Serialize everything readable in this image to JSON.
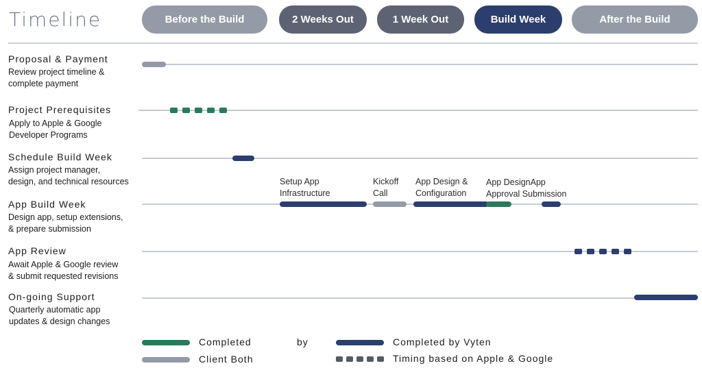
{
  "title": "Timeline",
  "colors": {
    "green": "#2a7a5b",
    "gray": "#949ba6",
    "navy": "#2c3e6e",
    "slate": "#5d6373",
    "track": "#c6cbd3"
  },
  "phases": [
    {
      "label": "Before the Build",
      "color": "#949ba6"
    },
    {
      "label": "2 Weeks Out",
      "color": "#5d6373"
    },
    {
      "label": "1 Week Out",
      "color": "#5d6373"
    },
    {
      "label": "Build Week",
      "color": "#2c3e6e"
    },
    {
      "label": "After the Build",
      "color": "#949ba6"
    }
  ],
  "rows": [
    {
      "title": "Proposal & Payment",
      "desc1": "Review project timeline &",
      "desc2": "complete payment"
    },
    {
      "title": "Project Prerequisites",
      "desc1": "Apply to Apple & Google",
      "desc2": "Developer Programs"
    },
    {
      "title": "Schedule Build Week",
      "desc1": "Assign project manager,",
      "desc2": "design, and technical resources"
    },
    {
      "title": "App Build Week",
      "desc1": "Design app, setup extensions,",
      "desc2": "& prepare submission"
    },
    {
      "title": "App Review",
      "desc1": "Await Apple & Google review",
      "desc2": "& submit requested revisions"
    },
    {
      "title": "On-going Support",
      "desc1": "Quarterly automatic app",
      "desc2": "updates & design changes"
    }
  ],
  "annotations": {
    "setup_line1": "Setup App",
    "setup_line2": "Infrastructure",
    "kickoff_line1": "Kickoff",
    "kickoff_line2": "Call",
    "design_line1": "App Design &",
    "design_line2": "Configuration",
    "approval_line1": "App DesignApp",
    "approval_line2": "Approval Submission"
  },
  "legend": {
    "completed": "Completed",
    "by": "by",
    "client_both": "Client Both",
    "vyten": "Completed by Vyten",
    "timing": "Timing based on Apple & Google"
  }
}
